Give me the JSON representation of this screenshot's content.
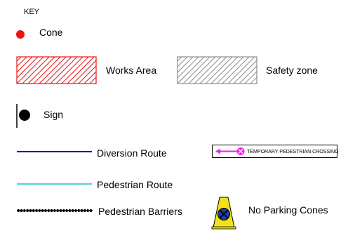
{
  "legend": {
    "title": "KEY",
    "items": {
      "cone": {
        "label": "Cone",
        "color": "#ee1111",
        "icon": "red-dot-icon"
      },
      "works_area": {
        "label": "Works Area",
        "color": "#ee1111",
        "icon": "red-hatched-area-icon"
      },
      "safety_zone": {
        "label": "Safety zone",
        "color": "#8c8c8c",
        "icon": "grey-hatched-area-icon"
      },
      "sign": {
        "label": "Sign",
        "color": "#000000",
        "icon": "sign-post-icon"
      },
      "diversion_route": {
        "label": "Diversion Route",
        "color": "#1a1aa0",
        "icon": "blue-line-icon"
      },
      "temporary_crossing": {
        "label": "TEMPORARY PEDESTRIAN CROSSING",
        "color": "#ee22ee",
        "icon": "pedestrian-crossing-arrow-icon"
      },
      "pedestrian_route": {
        "label": "Pedestrian Route",
        "color": "#5fd3dc",
        "icon": "cyan-line-icon"
      },
      "pedestrian_barriers": {
        "label": "Pedestrian Barriers",
        "color": "#000000",
        "icon": "dotted-barrier-line-icon"
      },
      "no_parking_cones": {
        "label": "No Parking Cones",
        "color": "#f2e21a",
        "icon": "no-parking-cone-icon"
      }
    }
  }
}
